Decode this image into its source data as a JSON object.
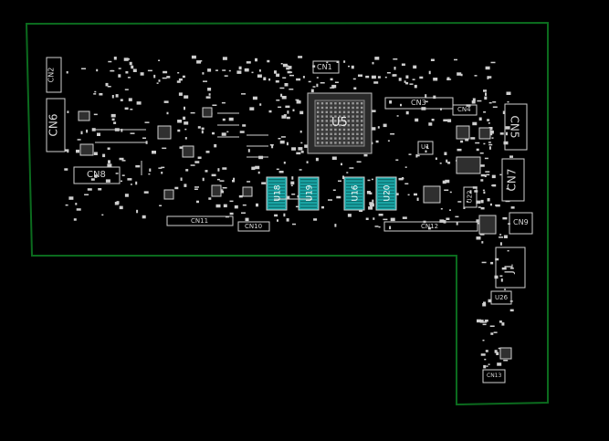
{
  "viewer": {
    "board_outline_color": "#0b6b1e",
    "silkscreen_color": "#d8d8d8",
    "accent_color": "#1aa6a6",
    "background_color": "#000000"
  },
  "components": {
    "CN1": "CN1",
    "CN2": "CN2",
    "CN3": "CN3",
    "CN4": "CN4",
    "CN5": "CN5",
    "CN6": "CN6",
    "CN7": "CN7",
    "CN8": "CN8",
    "CN9": "CN9",
    "CN10": "CN10",
    "CN11": "CN11",
    "CN12": "CN12",
    "CN13": "CN13",
    "U1": "U1",
    "U5": "U5",
    "U18": "U18",
    "U19": "U19",
    "U16": "U16",
    "U20": "U20",
    "U22": "U22",
    "U26": "U26",
    "J1": "J1"
  }
}
